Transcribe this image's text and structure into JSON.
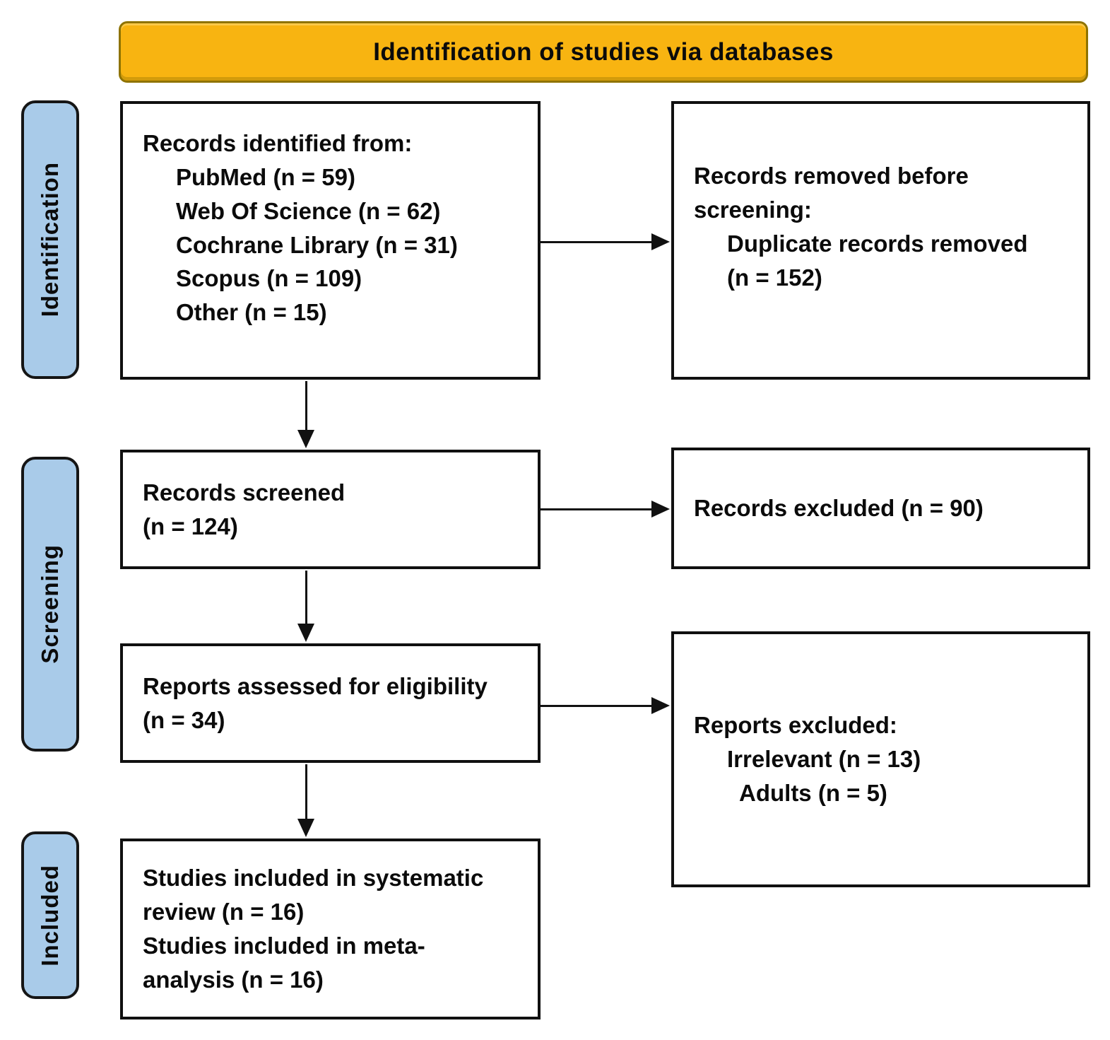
{
  "banner": {
    "title": "Identification of studies via databases"
  },
  "stages": {
    "identification": "Identification",
    "screening": "Screening",
    "included": "Included"
  },
  "boxes": {
    "records_identified": {
      "title": "Records identified from:",
      "items": [
        "PubMed (n = 59)",
        "Web Of Science (n = 62)",
        "Cochrane Library (n = 31)",
        "Scopus (n = 109)",
        "Other (n = 15)"
      ]
    },
    "records_removed": {
      "lines": [
        "Records removed before",
        "screening:"
      ],
      "items": [
        "Duplicate records removed",
        "(n = 152)"
      ]
    },
    "records_screened": {
      "lines": [
        "Records screened",
        "(n = 124)"
      ]
    },
    "records_excluded": {
      "lines": [
        "Records excluded (n = 90)"
      ]
    },
    "reports_assessed": {
      "lines": [
        "Reports assessed for eligibility",
        "(n = 34)"
      ]
    },
    "reports_excluded": {
      "title": "Reports excluded:",
      "items": [
        "Irrelevant (n = 13)",
        "Adults (n = 5)"
      ]
    },
    "studies_included": {
      "lines": [
        "Studies included in systematic",
        "review (n = 16)",
        "Studies included in meta-",
        "analysis (n = 16)"
      ]
    }
  },
  "colors": {
    "banner_fill": "#F8B411",
    "banner_border": "#8F7300",
    "stage_label_fill": "#A9CBE9",
    "stage_label_border": "#151515",
    "box_border": "#101010",
    "arrow": "#111111",
    "text": "#0B0B0B",
    "background": "#FFFFFF"
  }
}
